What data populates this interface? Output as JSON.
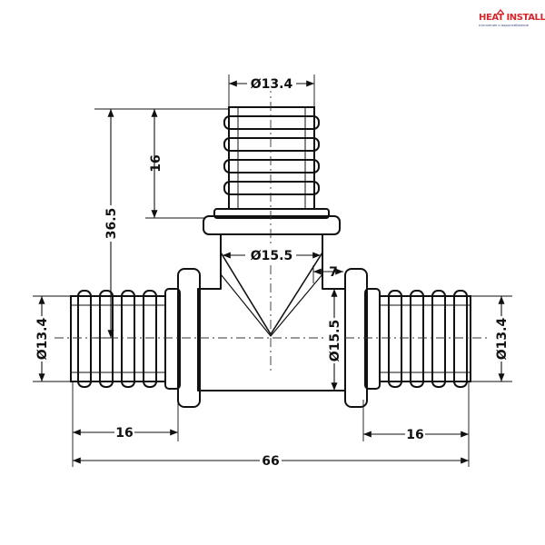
{
  "logo": {
    "name": "HEAT INSTALL",
    "tagline": "отопление и водоснабжение",
    "colors": {
      "primary": "#d3272c",
      "secondary": "#3a4a8a"
    }
  },
  "dimensions": {
    "top_outer_diameter": "Ø13.4",
    "top_branch_length": "16",
    "branch_total_height": "36.5",
    "inner_diameter_branch": "Ø15.5",
    "wall_offset": "7",
    "inner_diameter_run": "Ø15.5",
    "left_outer_diameter": "Ø13.4",
    "right_outer_diameter": "Ø13.4",
    "left_end_length": "16",
    "right_end_length": "16",
    "overall_length": "66"
  }
}
